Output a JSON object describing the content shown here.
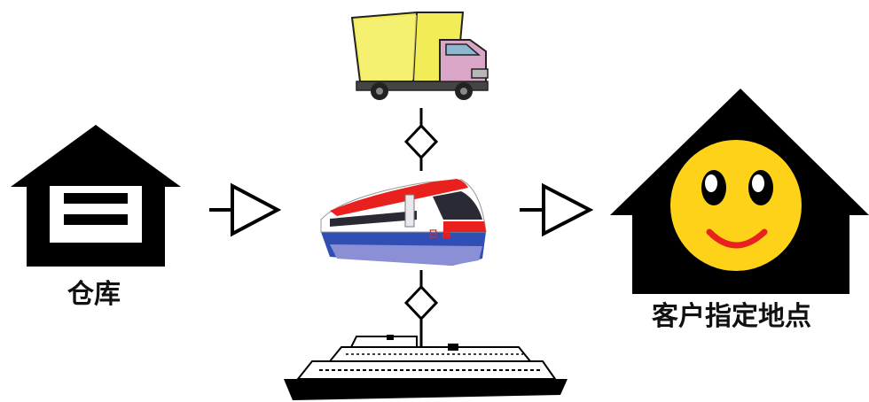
{
  "diagram": {
    "nodes": [
      {
        "id": "warehouse",
        "label": "仓库",
        "icon": "warehouse-house-icon"
      },
      {
        "id": "transport",
        "label": "",
        "icons": [
          "truck-icon",
          "train-icon",
          "ship-icon"
        ]
      },
      {
        "id": "customer",
        "label": "客户指定地点",
        "icon": "smiley-house-icon"
      }
    ],
    "edges": [
      {
        "from": "warehouse",
        "to": "transport",
        "style": "open-triangle-arrow"
      },
      {
        "from": "transport",
        "to": "customer",
        "style": "open-triangle-arrow"
      }
    ],
    "connectors": [
      {
        "from": "truck-icon",
        "to": "train-icon",
        "style": "diamond-line"
      },
      {
        "from": "train-icon",
        "to": "ship-icon",
        "style": "diamond-line"
      }
    ]
  },
  "warehouse_label": "仓库",
  "customer_label": "客户指定地点",
  "train_text": "日 昌",
  "colors": {
    "house": "#000000",
    "truck_cargo": "#f2ec56",
    "truck_cab": "#d9a6c8",
    "train_red": "#e8201e",
    "train_blue": "#2f4fb5",
    "smiley_face": "#ffd21a",
    "smiley_mouth": "#e8201e"
  }
}
